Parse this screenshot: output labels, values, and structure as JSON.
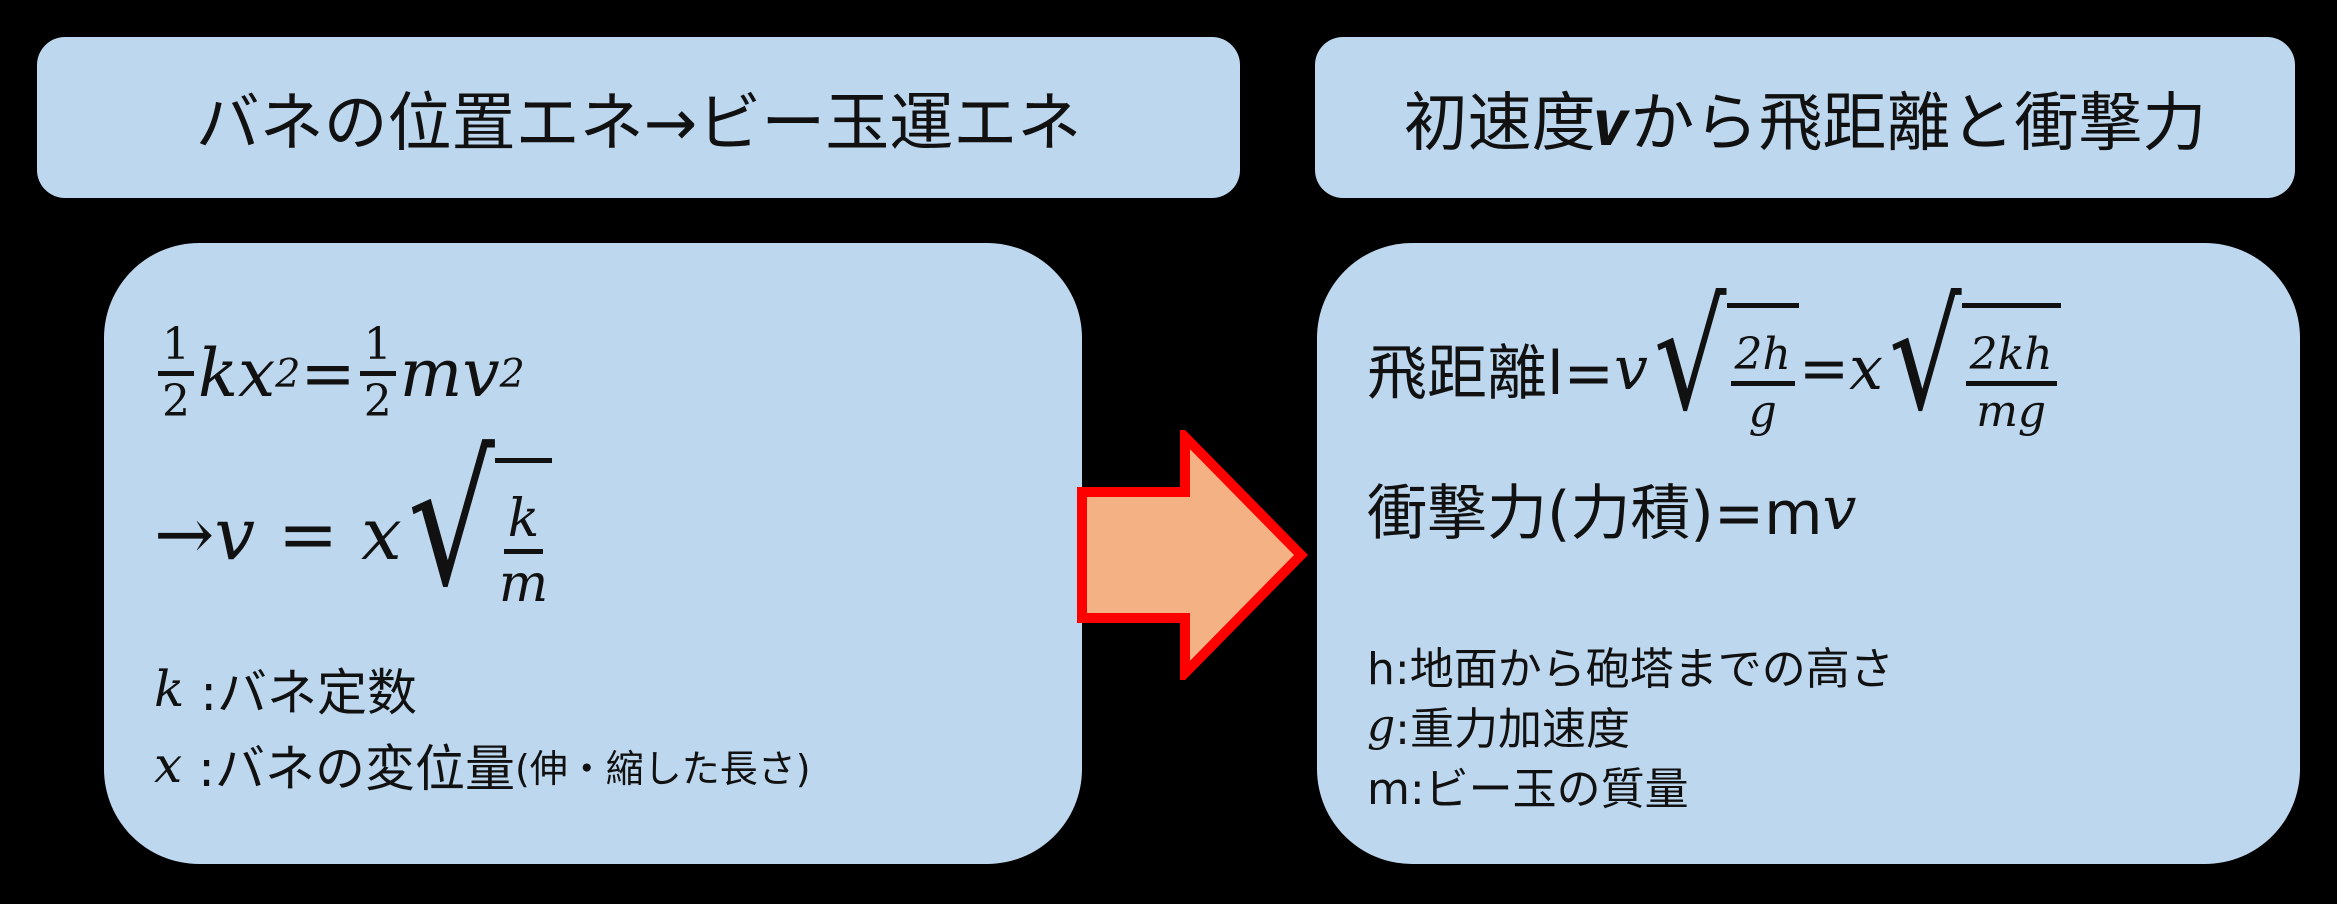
{
  "left_title": "バネの位置エネ→ビー玉運エネ",
  "right_title": "初速度𝒗から飛距離と衝撃力",
  "left": {
    "eq1": {
      "half": "1",
      "two": "2",
      "k": "k",
      "x": "x",
      "sq": "2",
      "eq": "=",
      "m": "m",
      "v": "v"
    },
    "eq2": {
      "arrow": "→",
      "v": "v",
      "eq": " = ",
      "x": "x",
      "num": "k",
      "den": "m"
    },
    "def_k": {
      "sym": "k",
      "text": " :バネ定数"
    },
    "def_x": {
      "sym": "x",
      "text": " :バネの変位量",
      "paren": "(伸・縮した長さ)"
    }
  },
  "right": {
    "eq1": {
      "label": "飛距離l=",
      "v": "v",
      "num1": "2h",
      "den1": "g",
      "eq": "=",
      "x": "x",
      "num2": "2kh",
      "den2": "mg"
    },
    "eq2": {
      "label": "衝撃力(力積)=m",
      "v": "v"
    },
    "def_h": {
      "text": "h:地面から砲塔までの高さ"
    },
    "def_g": {
      "sym": "g",
      "text": ":重力加速度"
    },
    "def_m": {
      "text": "m:ビー玉の質量"
    }
  },
  "colors": {
    "box": "#bdd7ee",
    "arrow_fill": "#f4b183",
    "arrow_stroke": "#ff0000"
  }
}
